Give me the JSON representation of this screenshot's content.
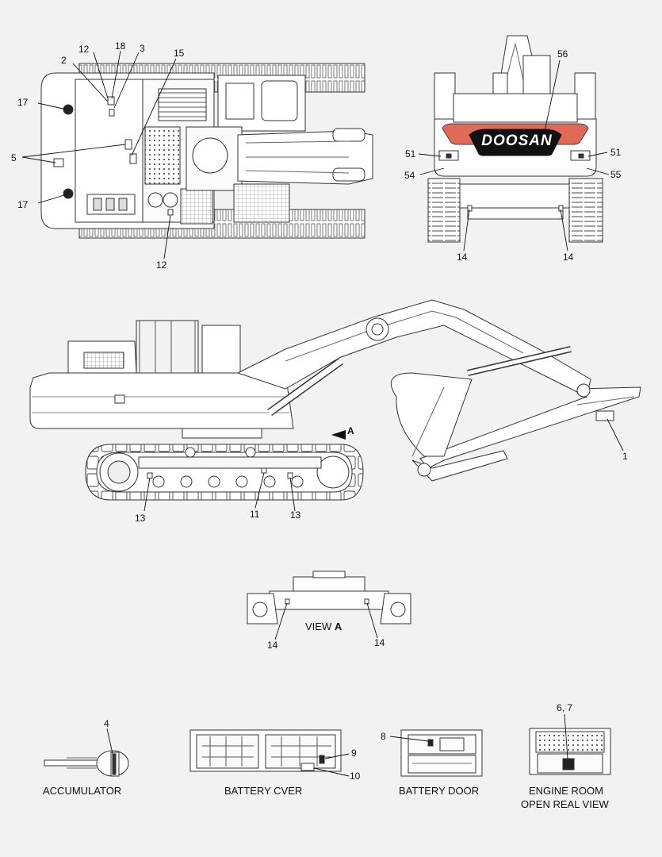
{
  "brand": {
    "logo_text": "DOOSAN",
    "accent_color": "#e06a5a"
  },
  "top_view": {
    "callouts": {
      "c12a": "12",
      "c18": "18",
      "c3": "3",
      "c2": "2",
      "c15": "15",
      "c17a": "17",
      "c5": "5",
      "c17b": "17",
      "c12b": "12"
    }
  },
  "rear_view": {
    "callouts": {
      "c56": "56",
      "c51a": "51",
      "c51b": "51",
      "c54": "54",
      "c55": "55",
      "c14a": "14",
      "c14b": "14"
    }
  },
  "side_view": {
    "callouts": {
      "c1": "1",
      "c13a": "13",
      "c11": "11",
      "c13b": "13"
    },
    "view_marker": "A"
  },
  "view_a": {
    "caption_prefix": "VIEW ",
    "caption_letter": "A",
    "callouts": {
      "c14a": "14",
      "c14b": "14"
    }
  },
  "accumulator": {
    "callout": "4",
    "caption": "ACCUMULATOR"
  },
  "battery_cover": {
    "callout_a": "9",
    "callout_b": "10",
    "caption": "BATTERY CVER"
  },
  "battery_door": {
    "callout": "8",
    "caption": "BATTERY DOOR"
  },
  "engine_room": {
    "callout": "6, 7",
    "caption_line1": "ENGINE ROOM",
    "caption_line2": "OPEN REAL VIEW"
  }
}
